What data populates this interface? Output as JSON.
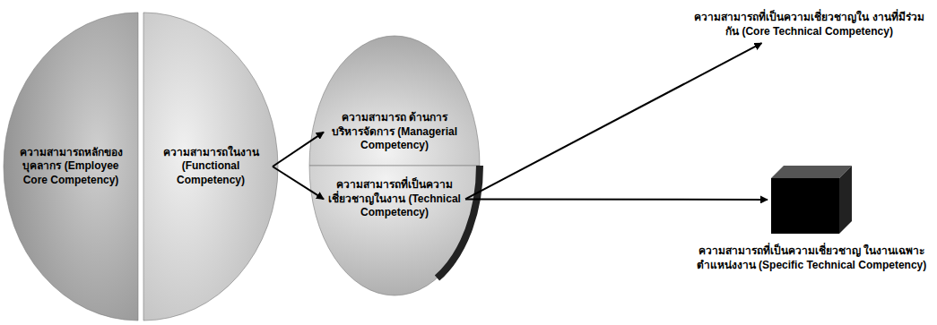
{
  "diagram": {
    "nodes": [
      {
        "text": [
          "ความสามารถหลักของ บุคลากร (Employee Core Competency)"
        ]
      },
      {
        "text": [
          "ความสามารถในงาน (Functional Competency)"
        ]
      },
      {
        "text": [
          "ความสามารถ ด้านการบริหารจัดการ (Managerial Competency)"
        ]
      },
      {
        "text": [
          "ความสามารถที่เป็นความ เชี่ยวชาญในงาน (Technical Competency)"
        ]
      },
      {
        "text": [
          "ความสามารถที่เป็นความเชี่ยวชาญใน งานที่มีร่วมกัน (Core Technical Competency)"
        ]
      },
      {
        "text": [
          "ความสามารถที่เป็นความเชี่ยวชาญ ในงานเฉพาะตำแหน่งงาน (Specific Technical Competency)"
        ]
      }
    ],
    "edges": [
      {
        "from": 1,
        "to": 2,
        "arrow": "to"
      },
      {
        "from": 1,
        "to": 3,
        "arrow": "to"
      },
      {
        "from": 3,
        "to": 4,
        "arrow": "to"
      },
      {
        "from": 3,
        "to": 5,
        "arrow": "to"
      }
    ]
  }
}
